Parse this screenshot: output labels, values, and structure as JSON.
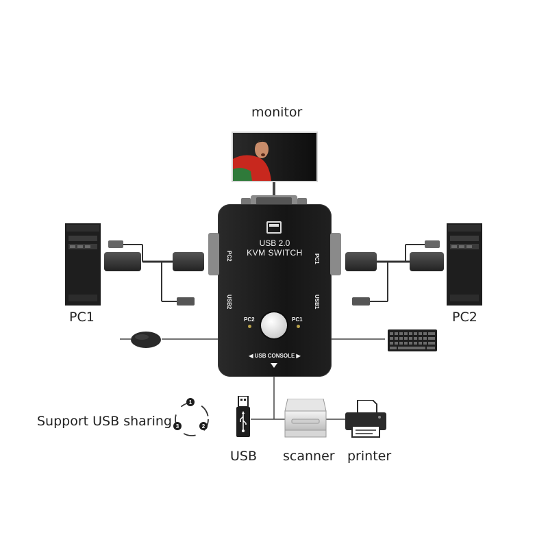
{
  "labels": {
    "monitor": "monitor",
    "pc1": "PC1",
    "pc2": "PC2",
    "usb": "USB",
    "scanner": "scanner",
    "printer": "printer",
    "usb_sharing": "Support USB sharing"
  },
  "device": {
    "line1": "USB 2.0",
    "line2": "KVM SWITCH",
    "side_pc2": "PC2",
    "side_usb2": "USB2",
    "side_pc1": "PC1",
    "side_usb1": "USB1",
    "button_left": "PC2",
    "button_right": "PC1",
    "console": "◀ USB CONSOLE ▶"
  },
  "cycle": {
    "steps": [
      "1",
      "2",
      "3"
    ]
  },
  "colors": {
    "device_body": "#1c1c1c",
    "cable": "#333333",
    "monitor_red": "#c8281e",
    "monitor_green": "#2f7a3a"
  }
}
